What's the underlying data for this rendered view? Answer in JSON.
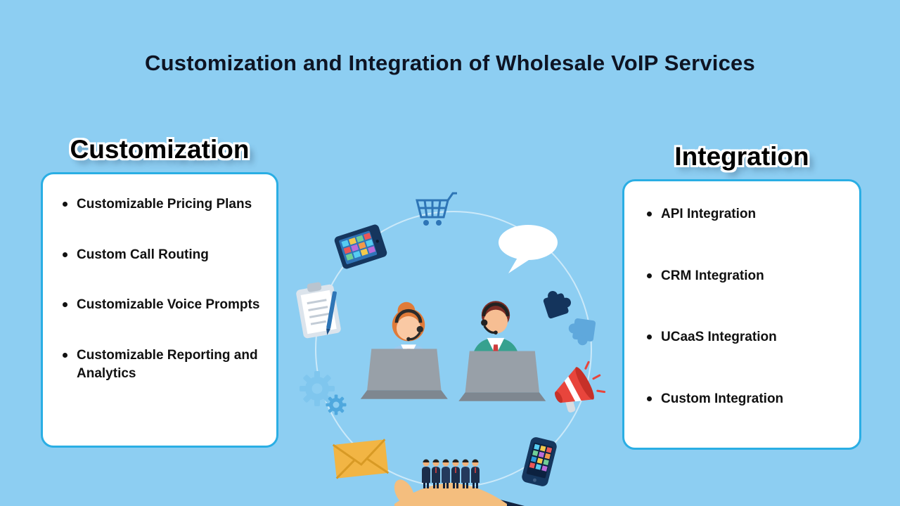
{
  "title": "Customization and Integration of Wholesale VoIP Services",
  "left_panel": {
    "heading": "Customization",
    "items": [
      "Customizable Pricing Plans",
      "Custom Call Routing",
      "Customizable Voice Prompts",
      "Customizable Reporting and Analytics"
    ]
  },
  "right_panel": {
    "heading": "Integration",
    "items": [
      "API Integration",
      "CRM Integration",
      "UCaaS Integration",
      "Custom Integration"
    ]
  },
  "colors": {
    "background": "#8DCEF2",
    "panel_background": "#FFFFFF",
    "panel_border": "#2AAEE4",
    "heading_text": "#000000",
    "body_text": "#111111",
    "accent_red": "#E8453C",
    "accent_navy": "#15365E"
  },
  "illustration": {
    "icons": [
      "shopping-cart-icon",
      "tablet-icon",
      "speech-bubble-icon",
      "clipboard-icon",
      "puzzle-icon",
      "gears-icon",
      "megaphone-icon",
      "envelope-icon",
      "smartphone-icon",
      "team-on-hand-icon",
      "call-center-agents"
    ]
  }
}
